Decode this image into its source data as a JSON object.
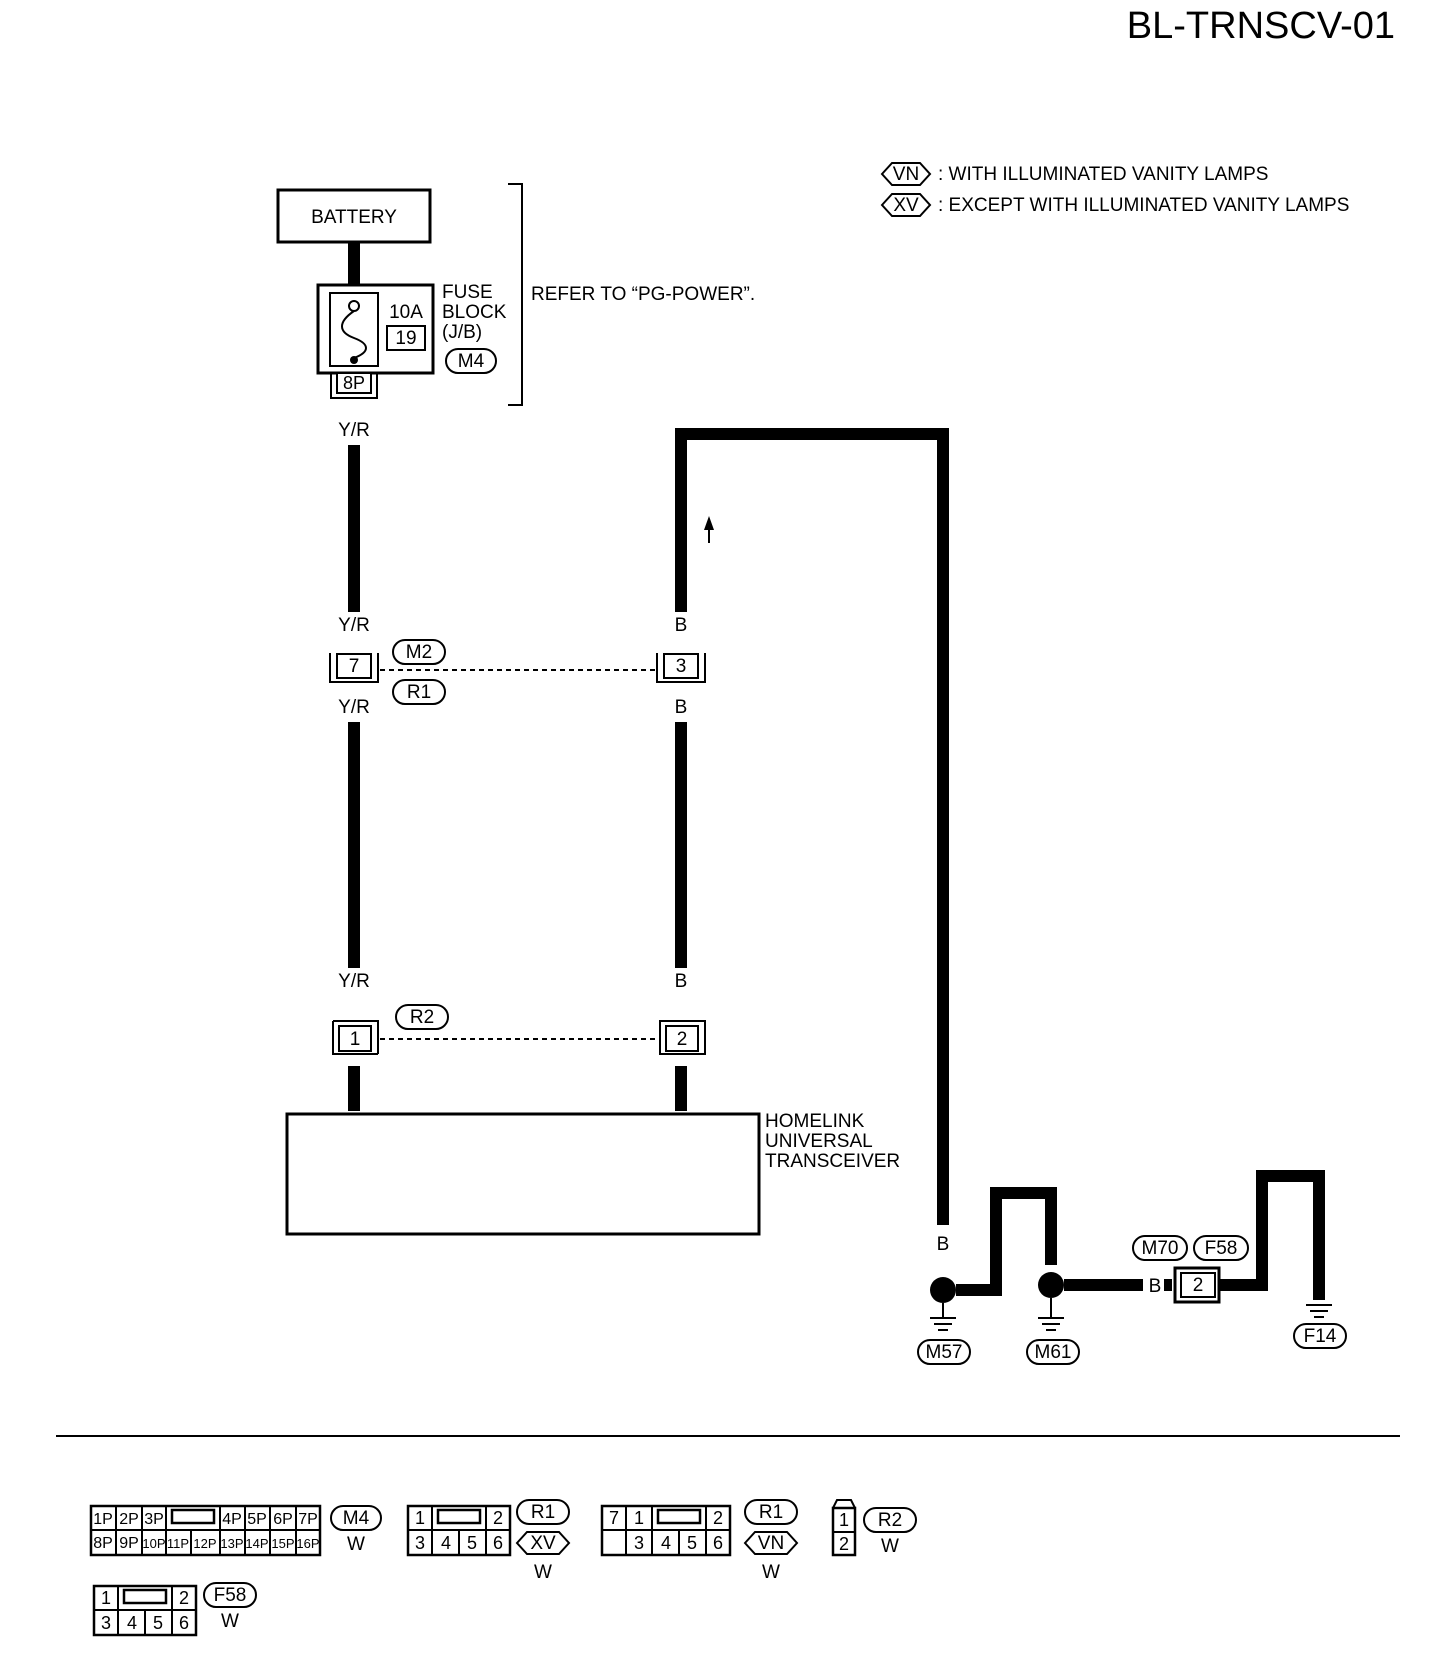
{
  "header": {
    "code": "BL-TRNSCV-01"
  },
  "legend": [
    {
      "tag": "VN",
      "text": ": WITH ILLUMINATED VANITY LAMPS"
    },
    {
      "tag": "XV",
      "text": ": EXCEPT WITH ILLUMINATED VANITY LAMPS"
    }
  ],
  "battery": {
    "label": "BATTERY"
  },
  "fuse": {
    "amps": "10A",
    "number": "19",
    "block_line1": "FUSE",
    "block_line2": "BLOCK",
    "block_line3": "(J/B)",
    "connector": "M4",
    "terminal": "8P",
    "refer": "REFER TO “PG-POWER”."
  },
  "wires": {
    "yr": "Y/R",
    "b": "B"
  },
  "connectors": {
    "upper": {
      "left_pin": "7",
      "right_pin": "3",
      "top_tag": "M2",
      "bottom_tag": "R1"
    },
    "lower": {
      "left_pin": "1",
      "right_pin": "2",
      "tag": "R2"
    },
    "ground_joint": {
      "pin": "2",
      "tag1": "M70",
      "tag2": "F58"
    }
  },
  "module": {
    "line1": "HOMELINK",
    "line2": "UNIVERSAL",
    "line3": "TRANSCEIVER"
  },
  "grounds": [
    "M57",
    "M61",
    "F14"
  ],
  "connector_views": {
    "m4": {
      "top": [
        "1P",
        "2P",
        "3P",
        "4P",
        "5P",
        "6P",
        "7P"
      ],
      "bottom": [
        "8P",
        "9P",
        "10P",
        "11P",
        "12P",
        "13P",
        "14P",
        "15P",
        "16P"
      ],
      "tag": "M4",
      "color": "W"
    },
    "r1_xv": {
      "top": [
        "1",
        "2"
      ],
      "bottom": [
        "3",
        "4",
        "5",
        "6"
      ],
      "tag": "R1",
      "variant": "XV",
      "color": "W"
    },
    "r1_vn": {
      "top": [
        "7",
        "1",
        "2"
      ],
      "bottom": [
        "3",
        "4",
        "5",
        "6"
      ],
      "tag": "R1",
      "variant": "VN",
      "color": "W"
    },
    "r2": {
      "pins": [
        "1",
        "2"
      ],
      "tag": "R2",
      "color": "W"
    },
    "f58": {
      "top": [
        "1",
        "2"
      ],
      "bottom": [
        "3",
        "4",
        "5",
        "6"
      ],
      "tag": "F58",
      "color": "W"
    }
  }
}
